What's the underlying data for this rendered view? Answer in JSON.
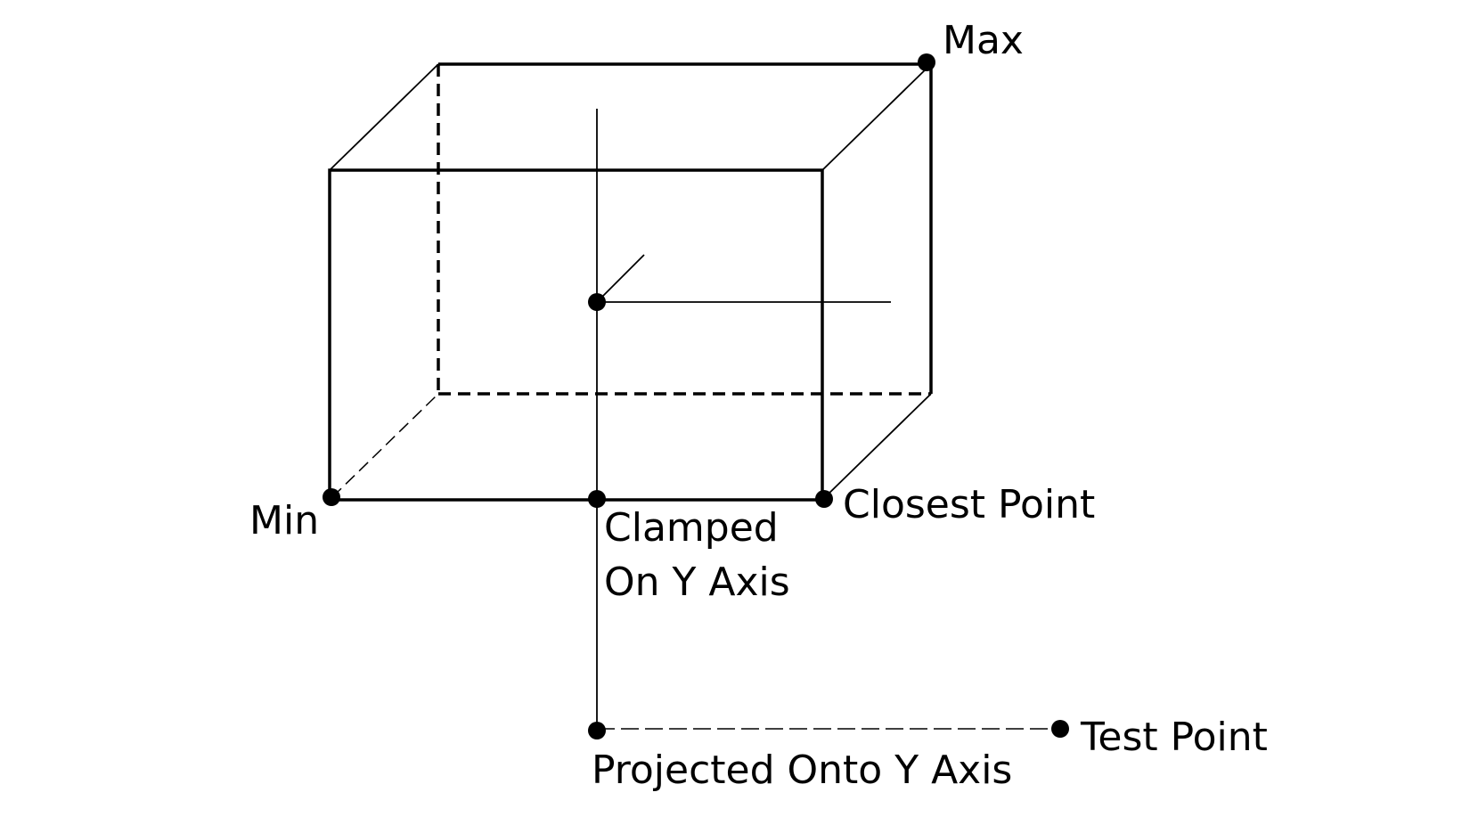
{
  "diagram": {
    "labels": {
      "max": "Max",
      "min": "Min",
      "closest_point": "Closest Point",
      "clamped_line1": "Clamped",
      "clamped_line2": "On Y Axis",
      "test_point": "Test Point",
      "projected": "Projected Onto Y Axis"
    },
    "colors": {
      "stroke": "#000000",
      "background": "#ffffff"
    }
  }
}
